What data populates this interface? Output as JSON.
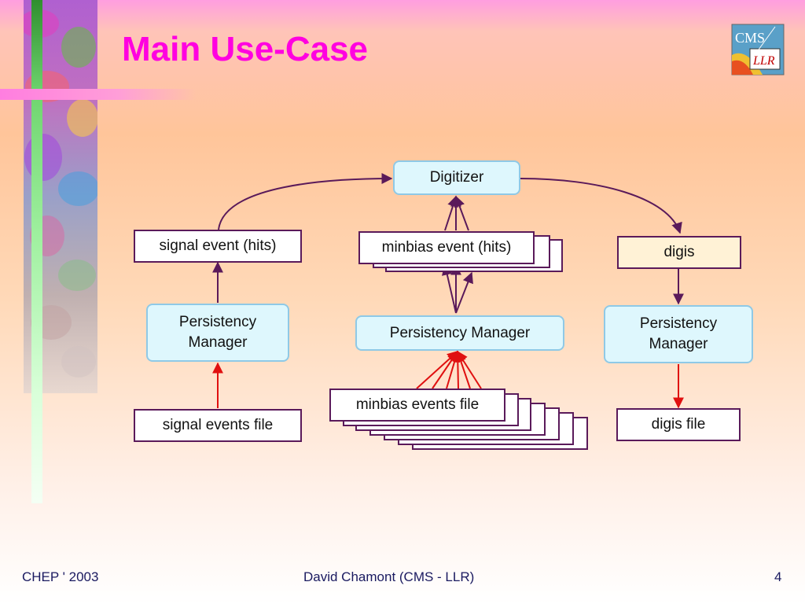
{
  "slide": {
    "title": "Main Use-Case",
    "logo_text_top": "CMS",
    "logo_text_bottom": "LLR"
  },
  "diagram": {
    "digitizer": "Digitizer",
    "signal_event": "signal event (hits)",
    "minbias_event": "minbias event (hits)",
    "digis": "digis",
    "pm_left_line1": "Persistency",
    "pm_left_line2": "Manager",
    "pm_center": "Persistency Manager",
    "pm_right_line1": "Persistency",
    "pm_right_line2": "Manager",
    "signal_file": "signal events file",
    "minbias_file": "minbias events file",
    "digis_file": "digis file"
  },
  "footer": {
    "left": "CHEP ' 2003",
    "center": "David Chamont (CMS - LLR)",
    "right": "4"
  },
  "colors": {
    "title": "#ff00e0",
    "arrow_dark": "#5a1a5a",
    "arrow_red": "#e01010",
    "cyan_fill": "#def7fd",
    "cream_fill": "#fff2d6"
  }
}
